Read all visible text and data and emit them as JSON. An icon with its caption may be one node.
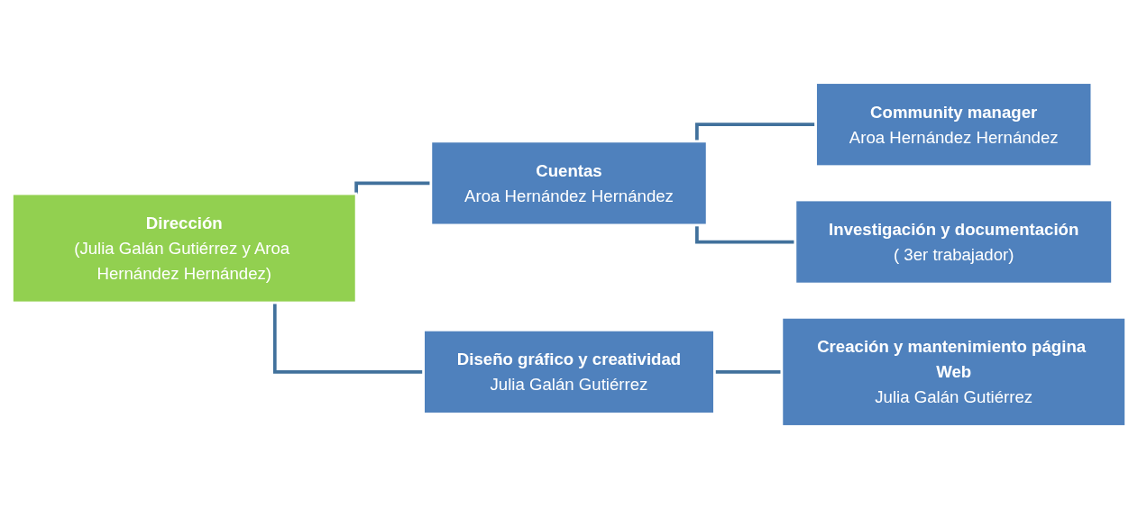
{
  "diagram": {
    "nodes": [
      {
        "text": [
          "Dirección",
          "(Julia Galán Gutiérrez y Aroa Hernández Hernández)"
        ]
      },
      {
        "text": [
          "Cuentas",
          "Aroa Hernández Hernández"
        ]
      },
      {
        "text": [
          "Diseño gráfico y creatividad",
          "Julia Galán Gutiérrez"
        ]
      },
      {
        "text": [
          "Community  manager",
          "Aroa Hernández Hernández"
        ]
      },
      {
        "text": [
          "Investigación y documentación",
          "( 3er  trabajador)"
        ]
      },
      {
        "text": [
          "Creación y mantenimiento página Web",
          "Julia Galán Gutiérrez"
        ]
      }
    ],
    "edges": [
      {
        "from": 0,
        "to": 1,
        "arrow": "none"
      },
      {
        "from": 0,
        "to": 2,
        "arrow": "none"
      },
      {
        "from": 1,
        "to": 3,
        "arrow": "none"
      },
      {
        "from": 1,
        "to": 4,
        "arrow": "none"
      },
      {
        "from": 2,
        "to": 5,
        "arrow": "none"
      }
    ]
  }
}
